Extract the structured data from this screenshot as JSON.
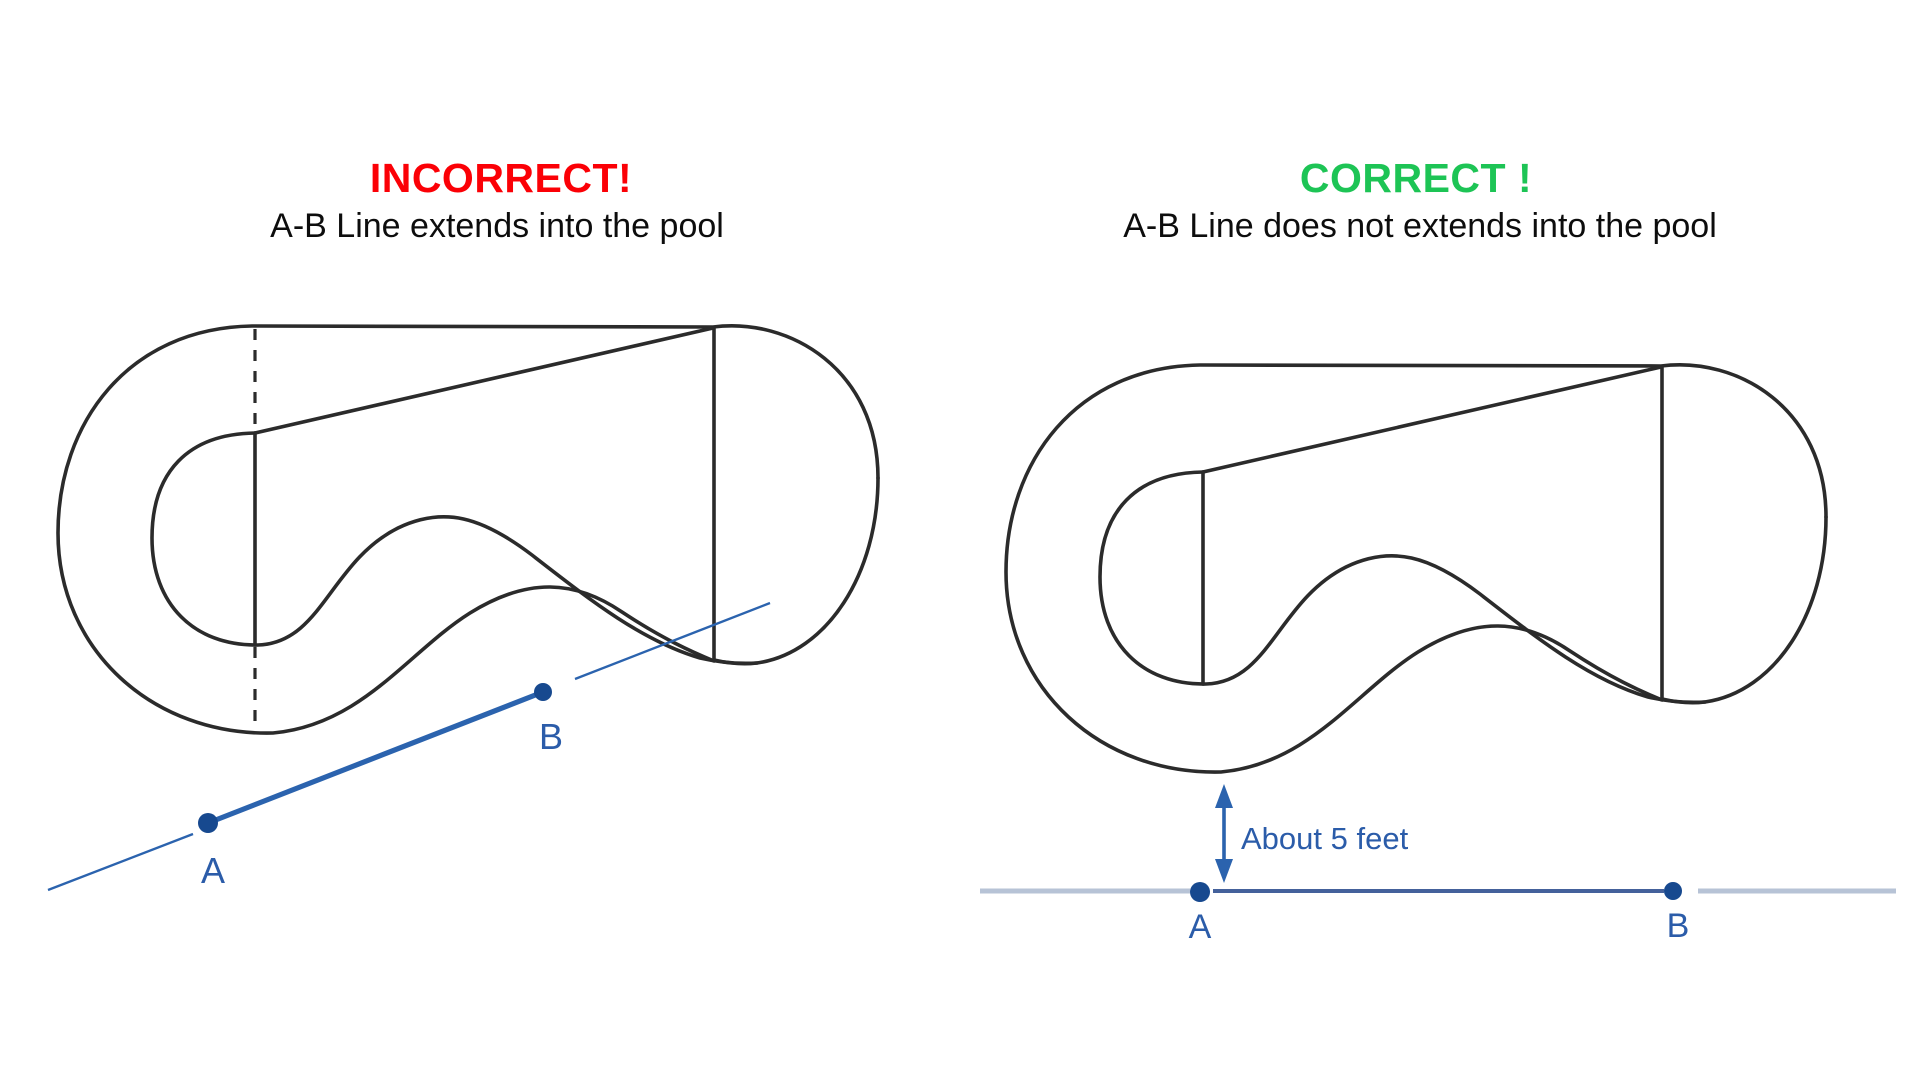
{
  "figures": {
    "left": {
      "title": "INCORRECT!",
      "subtitle": "A-B Line extends into the pool",
      "point_a": "A",
      "point_b": "B"
    },
    "right": {
      "title": "CORRECT !",
      "subtitle": "A-B Line does not extends into the pool",
      "point_a": "A",
      "point_b": "B",
      "distance_label": "About 5 feet"
    }
  },
  "colors": {
    "incorrect_title": "#FB0006",
    "correct_title": "#1DC455",
    "subtitle_text": "#0D0D0D",
    "pool_outline": "#2B2B2B",
    "ab_line_blue": "#2B63AE",
    "ab_segment_muted": "#44619B",
    "point_dot_blue": "#17498F",
    "label_blue": "#2B5CA9",
    "extension_line_gray_blue": "#B7C3D6"
  }
}
